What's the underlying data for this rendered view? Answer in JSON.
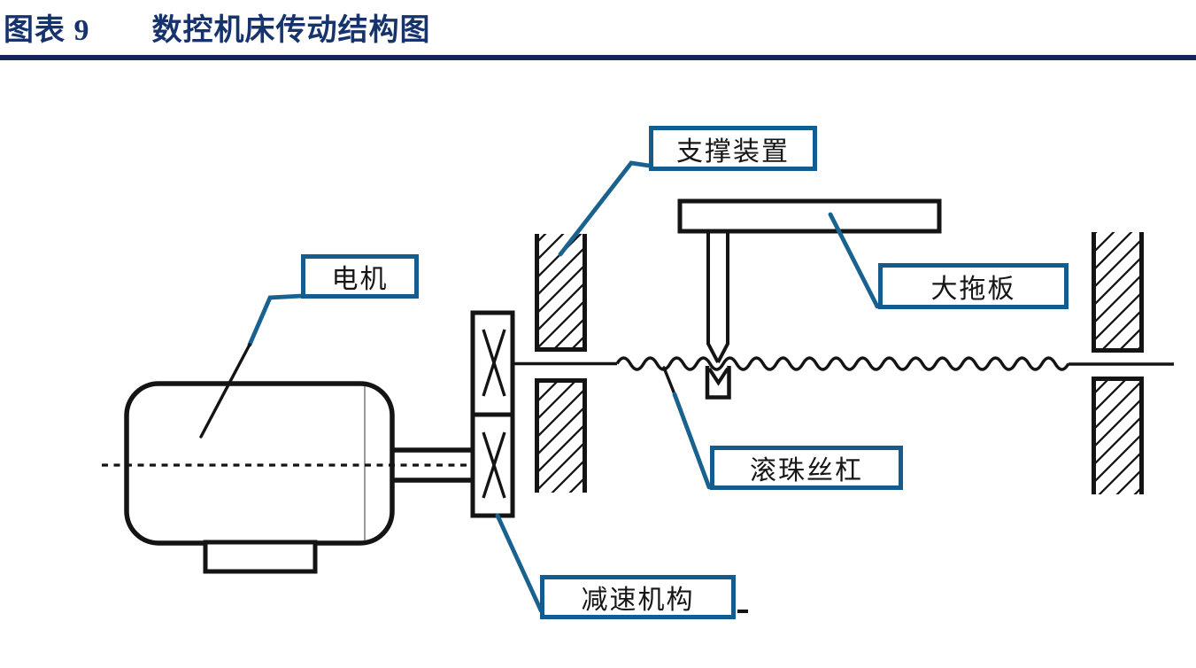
{
  "header": {
    "figure_label": "图表 9",
    "title": "数控机床传动结构图"
  },
  "callouts": {
    "motor": {
      "label": "电机"
    },
    "support": {
      "label": "支撑装置"
    },
    "carriage": {
      "label": "大拖板"
    },
    "ballscrew": {
      "label": "滚珠丝杠"
    },
    "reducer": {
      "label": "减速机构"
    }
  },
  "colors": {
    "title_navy": "#16336e",
    "rule_navy": "#13265c",
    "callout_border": "#155c8e",
    "leader_blue": "#19618f",
    "line_black": "#141414"
  }
}
